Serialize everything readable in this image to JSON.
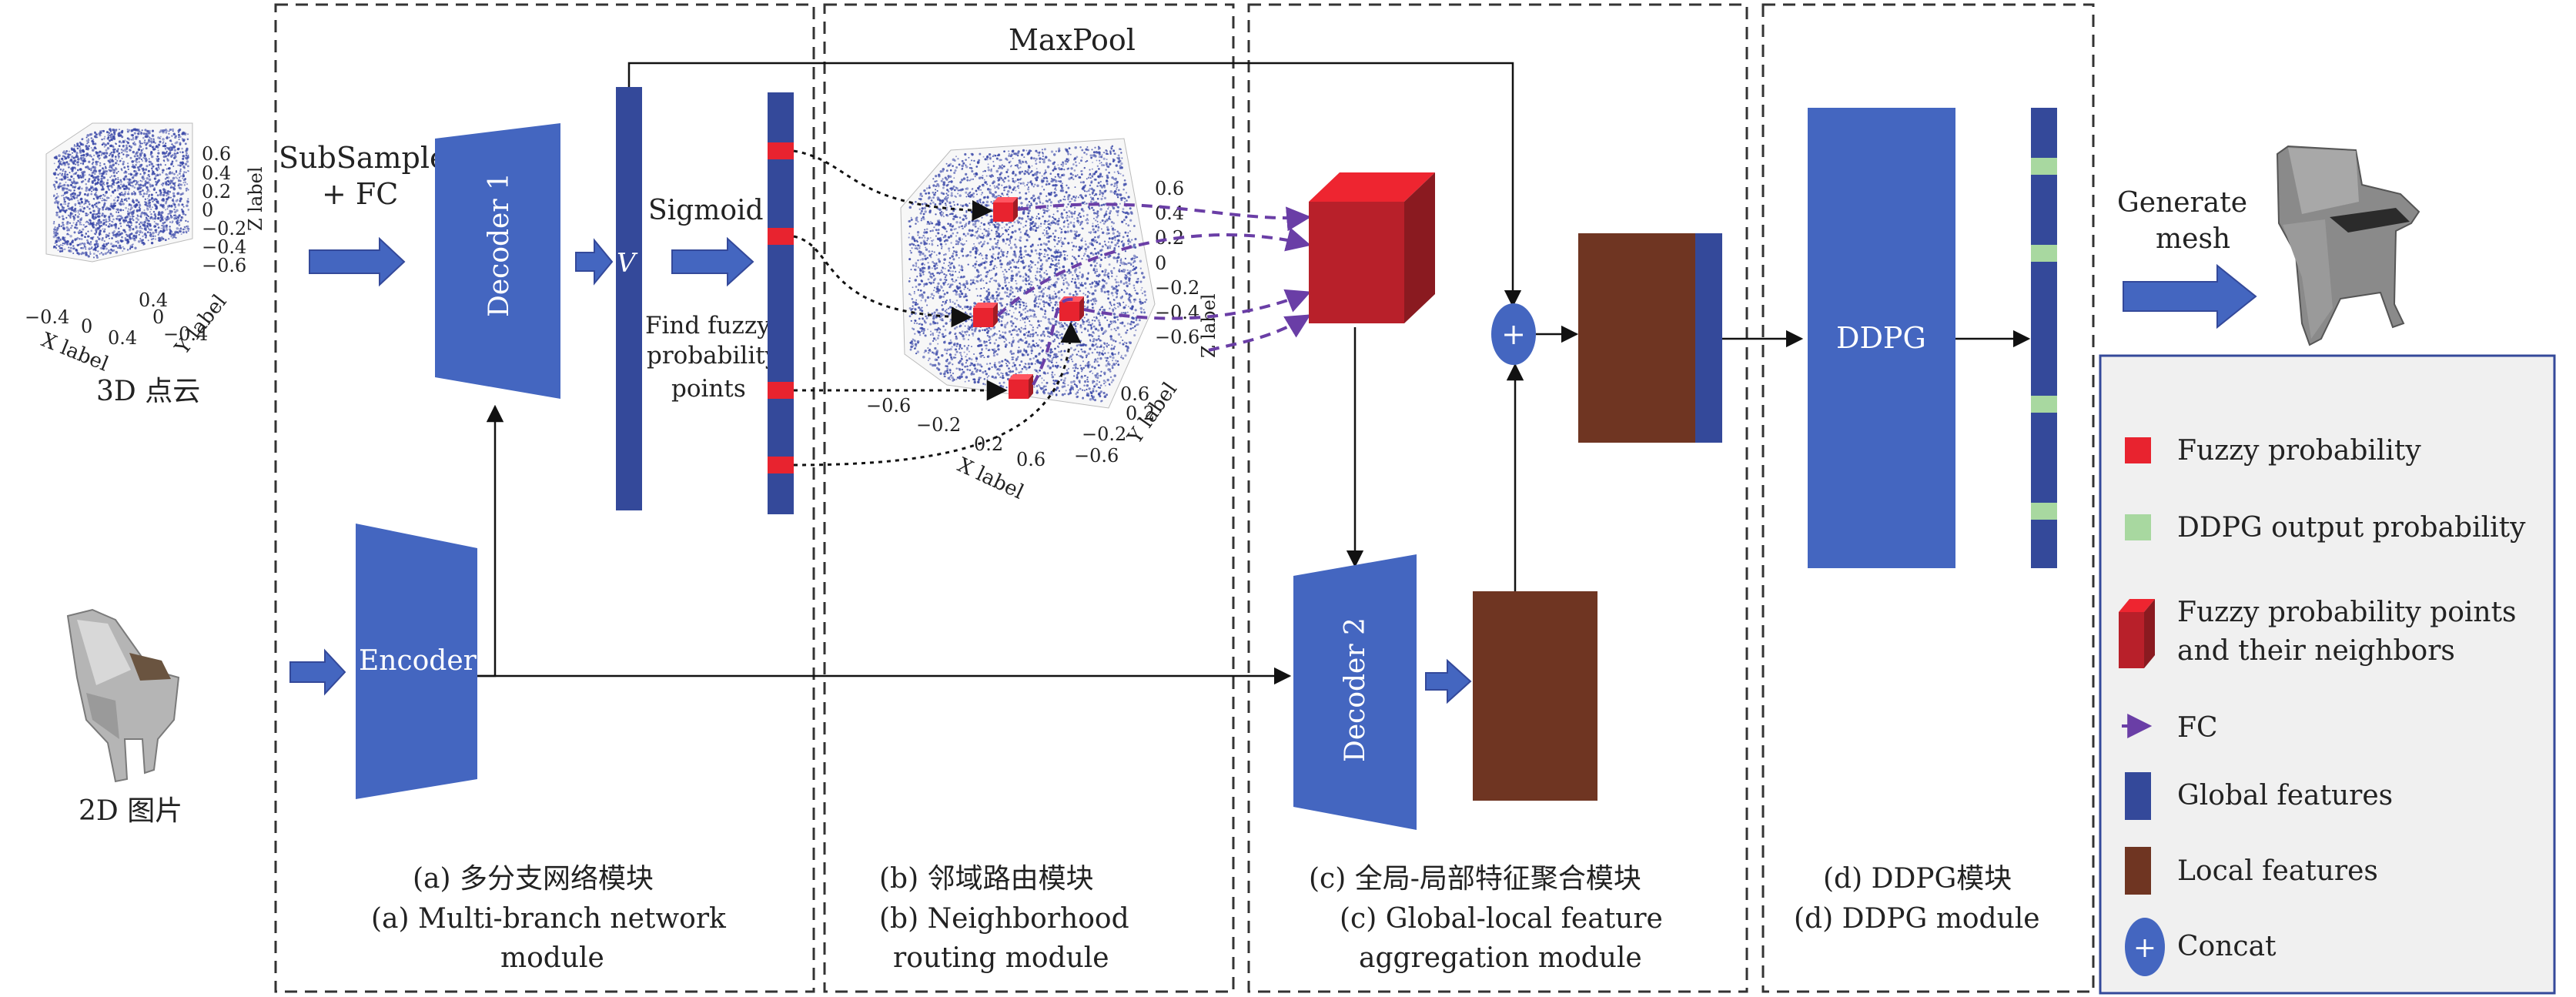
{
  "colors": {
    "blue": "#4466c0",
    "navy": "#34499a",
    "red": "#e8232f",
    "dark_red": "#a01c24",
    "brown": "#6f3522",
    "light_green": "#a8d8a0",
    "purple": "#6a3ea6",
    "legend_bg": "#f0f0f0",
    "scatter": "#3a48a8"
  },
  "input": {
    "pointcloud_caption": "3D 点云",
    "image_caption": "2D 图片",
    "cloud_axes": {
      "x_label": "X label",
      "y_label": "Y label",
      "z_label": "Z label",
      "x_ticks": [
        "−0.4",
        "0",
        "0.4"
      ],
      "y_ticks": [
        "0.4",
        "0",
        "−0.4"
      ],
      "z_ticks": [
        "0.6",
        "0.4",
        "0.2",
        "0",
        "−0.2",
        "−0.4",
        "−0.6"
      ]
    }
  },
  "module_a": {
    "subsample_label": [
      "SubSample",
      "+ FC"
    ],
    "decoder1_label": "Decoder 1",
    "encoder_label": "Encoder",
    "v_label": "V",
    "sigmoid_label": "Sigmoid",
    "find_label": [
      "Find fuzzy",
      "probability",
      "points"
    ],
    "caption_cn": "(a) 多分支网络模块",
    "caption_en": [
      "(a) Multi-branch network",
      "module"
    ]
  },
  "maxpool_label": "MaxPool",
  "module_b": {
    "cloud_axes": {
      "x_label": "X label",
      "y_label": "Y label",
      "z_label": "Z label",
      "x_ticks": [
        "−0.6",
        "−0.2",
        "0.2",
        "0.6"
      ],
      "y_ticks": [
        "0.6",
        "0.2",
        "−0.2",
        "−0.6"
      ],
      "z_ticks": [
        "0.6",
        "0.4",
        "0.2",
        "0",
        "−0.2",
        "−0.4",
        "−0.6"
      ]
    },
    "caption_cn": "(b) 邻域路由模块",
    "caption_en": [
      "(b) Neighborhood",
      "routing module"
    ]
  },
  "module_c": {
    "decoder2_label": "Decoder 2",
    "concat_symbol": "+",
    "caption_cn": "(c) 全局-局部特征聚合模块",
    "caption_en": [
      "(c) Global-local feature",
      "aggregation module"
    ]
  },
  "module_d": {
    "ddpg_label": "DDPG",
    "generate_label": [
      "Generate",
      "mesh"
    ],
    "caption_cn": "(d) DDPG模块",
    "caption_en": "(d) DDPG module"
  },
  "legend": {
    "items": [
      {
        "key": "fuzzy",
        "text": [
          "Fuzzy probability"
        ]
      },
      {
        "key": "ddpg",
        "text": [
          "DDPG output probability"
        ]
      },
      {
        "key": "cube",
        "text": [
          "Fuzzy probability points",
          "and their neighbors"
        ]
      },
      {
        "key": "fc",
        "text": [
          "FC"
        ]
      },
      {
        "key": "global",
        "text": [
          "Global features"
        ]
      },
      {
        "key": "local",
        "text": [
          "Local features"
        ]
      },
      {
        "key": "concat",
        "text": [
          "Concat"
        ]
      }
    ],
    "concat_symbol": "+"
  }
}
